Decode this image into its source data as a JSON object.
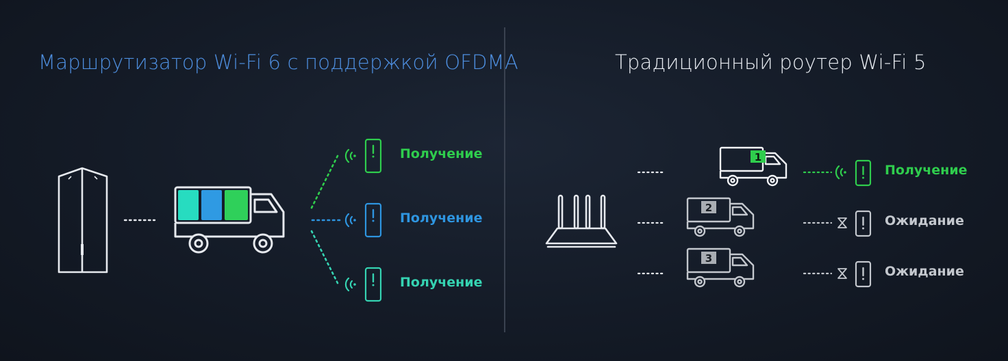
{
  "left": {
    "title": "Маршрутизатор Wi-Fi 6 с поддержкой OFDMA",
    "devices": [
      {
        "status": "Получение",
        "color": "#2fcd4d"
      },
      {
        "status": "Получение",
        "color": "#2e95e0"
      },
      {
        "status": "Получение",
        "color": "#35d3b2"
      }
    ],
    "truck_cargo_colors": [
      "#27dcc0",
      "#2f9ae3",
      "#2fd05a"
    ]
  },
  "right": {
    "title": "Традиционный роутер Wi-Fi 5",
    "rows": [
      {
        "truck_number": "1",
        "status": "Получение",
        "color": "#2fcd4d"
      },
      {
        "truck_number": "2",
        "status": "Ожидание",
        "color": "#c4c8ce"
      },
      {
        "truck_number": "3",
        "status": "Ожидание",
        "color": "#c4c8ce"
      }
    ]
  },
  "colors": {
    "accent_blue": "#4e8fe0",
    "device_outline": "#e6e9ee",
    "waiting_gray": "#c4c8ce"
  },
  "icons": {
    "left_router": "mesh-router-icon",
    "right_router": "router-antennas-icon",
    "truck": "delivery-truck-icon",
    "phone": "smartphone-icon",
    "signal": "wifi-signal-icon",
    "wait": "hourglass-icon"
  }
}
